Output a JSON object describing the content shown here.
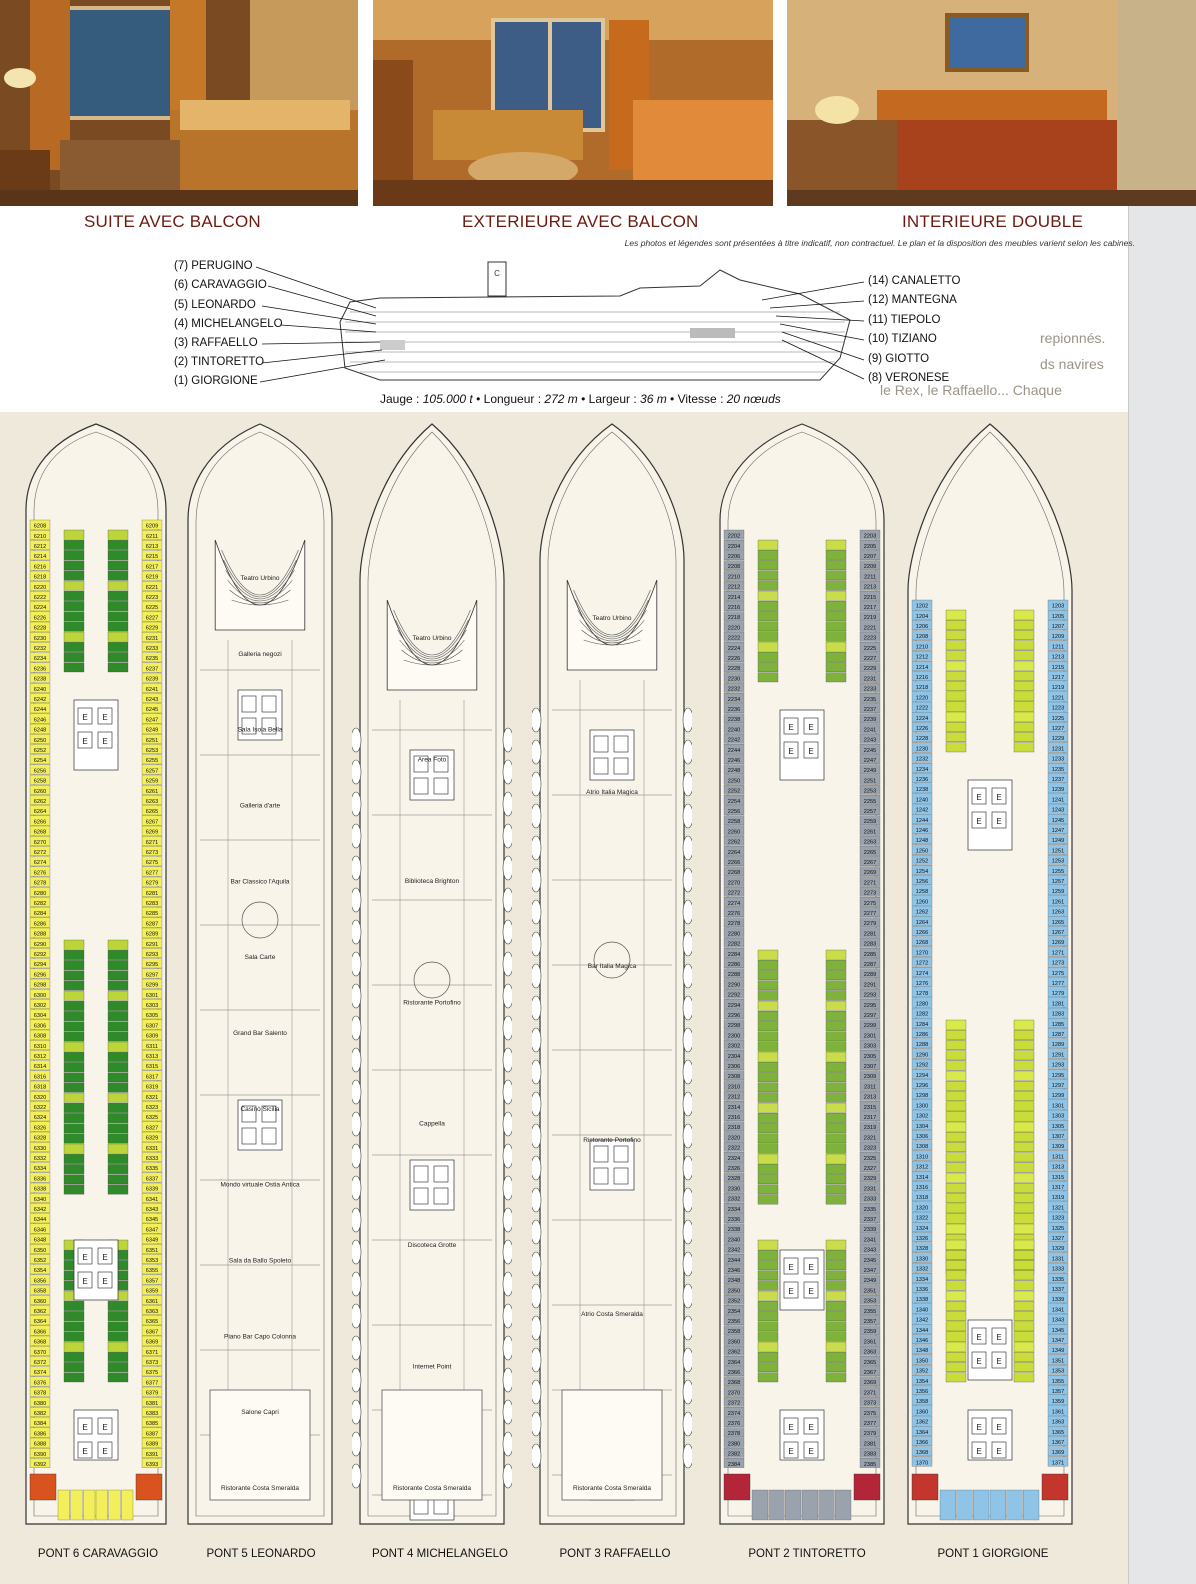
{
  "photos": [
    {
      "caption": "SUITE AVEC BALCON"
    },
    {
      "caption": "EXTERIEURE AVEC BALCON"
    },
    {
      "caption": "INTERIEURE DOUBLE"
    }
  ],
  "disclaimer": "Les photos et légendes sont présentées à titre indicatif, non contractuel. Le plan et la disposition des meubles varient selon les cabines.",
  "profile": {
    "left_decks": [
      "(7) PERUGINO",
      "(6) CARAVAGGIO",
      "(5) LEONARDO",
      "(4) MICHELANGELO",
      "(3) RAFFAELLO",
      "(2) TINTORETTO",
      "(1) GIORGIONE"
    ],
    "right_decks": [
      "(14) CANALETTO",
      "(12) MANTEGNA",
      "(11) TIEPOLO",
      "(10) TIZIANO",
      "(9) GIOTTO",
      "(8) VERONESE"
    ]
  },
  "specs": {
    "jauge_label": "Jauge :",
    "jauge_value": "105.000 t",
    "longueur_label": "Longueur :",
    "longueur_value": "272 m",
    "largeur_label": "Largeur :",
    "largeur_value": "36 m",
    "vitesse_label": "Vitesse :",
    "vitesse_value": "20 nœuds",
    "sep": "•"
  },
  "decks": [
    {
      "name": "PONT 6 CARAVAGGIO",
      "type": "cabins",
      "outer_color": "#f2ef5a",
      "inner_color": "#2f8a2a",
      "mid_color": "#bcd63a",
      "start": 6208,
      "accent": "#d9531e"
    },
    {
      "name": "PONT 5 LEONARDO",
      "type": "public",
      "labels": [
        "Teatro Urbino",
        "Galleria negozi",
        "Sala Isola Bella",
        "Galleria d'arte",
        "Bar Classico l'Aquila",
        "Sala Carte",
        "Grand Bar Salento",
        "Casinò Sicilia",
        "Mondo virtuale Ostia Antica",
        "Sala da Ballo Spoleto",
        "Piano Bar Capo Colonna",
        "Salone Capri",
        "Ristorante Costa Smeralda"
      ]
    },
    {
      "name": "PONT 4 MICHELANGELO",
      "type": "public",
      "labels": [
        "Teatro Urbino",
        "Area Foto",
        "Biblioteca Brighton",
        "Ristorante Portofino",
        "Cappella",
        "Discoteca Grotte",
        "Internet Point",
        "Ristorante Costa Smeralda"
      ]
    },
    {
      "name": "PONT 3 RAFFAELLO",
      "type": "public",
      "labels": [
        "Teatro Urbino",
        "Atrio Italia Magica",
        "Bar Italia Magica",
        "Ristorante Portofino",
        "Atrio Costa Smeralda",
        "Ristorante Costa Smeralda"
      ]
    },
    {
      "name": "PONT 2 TINTORETTO",
      "type": "cabins",
      "outer_color": "#9aa3ad",
      "inner_color": "#7fb23a",
      "mid_color": "#c9dc4a",
      "start": 2202,
      "accent": "#b3263a"
    },
    {
      "name": "PONT 1 GIORGIONE",
      "type": "cabins",
      "outer_color": "#8fc4e6",
      "inner_color": "#c9dc3a",
      "mid_color": "#d9e84a",
      "start": 1202,
      "accent": "#c2362e"
    }
  ],
  "ghost_text": [
    "repionnés.",
    "ds navires",
    "le Rex, le Raffaello... Chaque"
  ]
}
